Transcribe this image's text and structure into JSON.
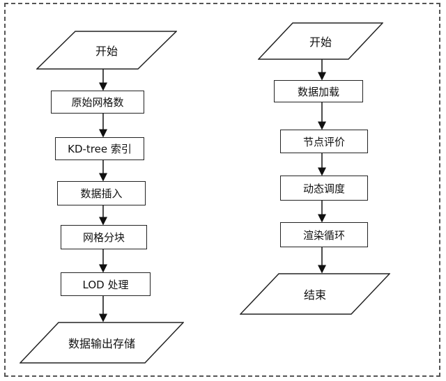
{
  "left_flow": {
    "start": "开始",
    "steps": [
      "原始网格数",
      "KD-tree 索引",
      "数据插入",
      "网格分块",
      "LOD 处理"
    ],
    "end": "数据输出存储"
  },
  "right_flow": {
    "start": "开始",
    "steps": [
      "数据加载",
      "节点评价",
      "动态调度",
      "渲染循环"
    ],
    "end": "结束"
  }
}
